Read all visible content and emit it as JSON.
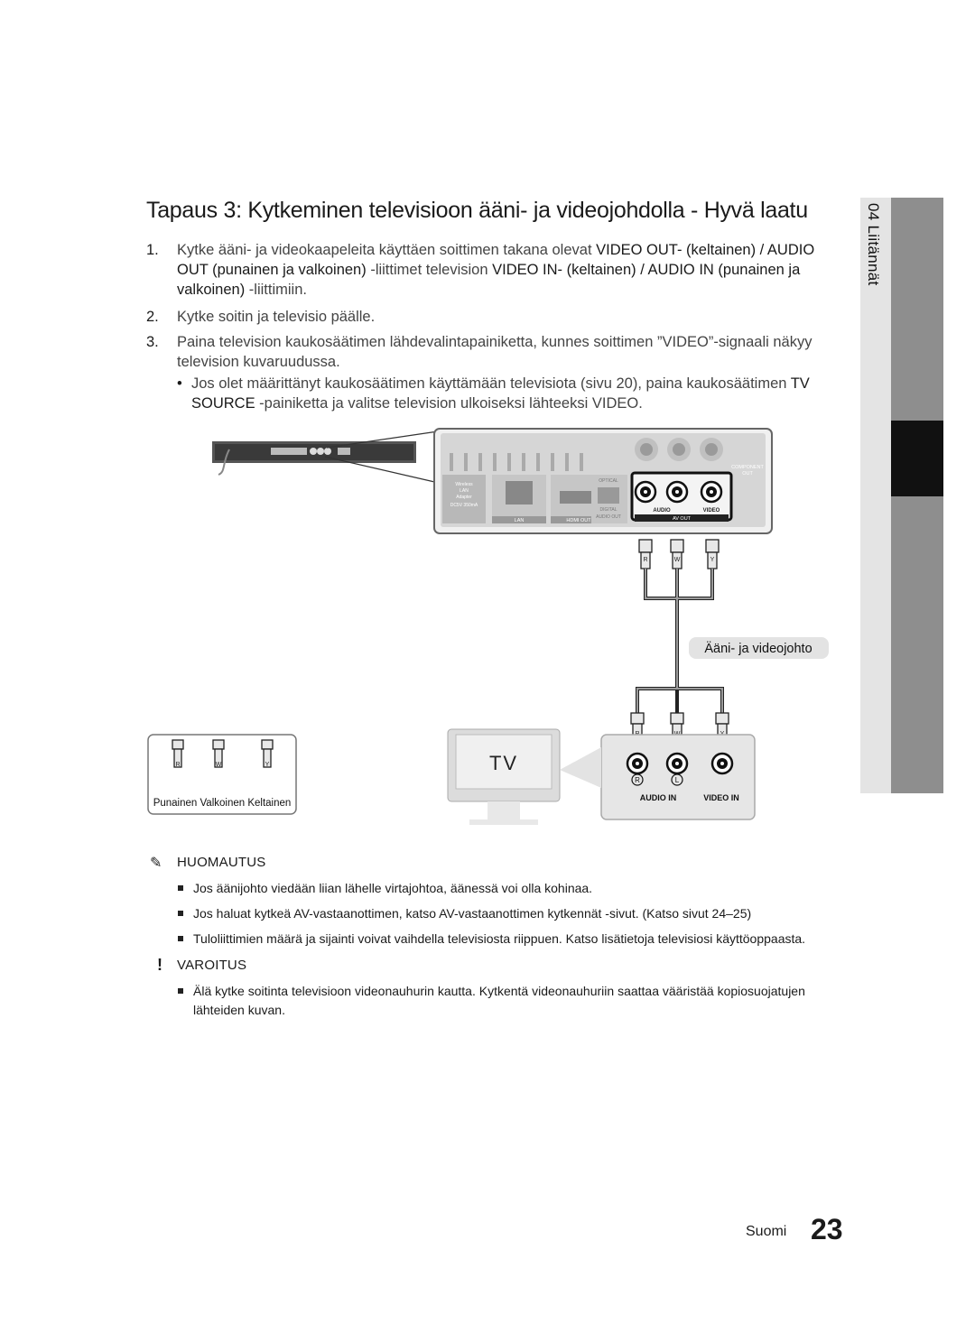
{
  "title": "Tapaus 3: Kytkeminen televisioon ääni- ja videojohdolla - Hyvä laatu",
  "steps": [
    {
      "num": "1.",
      "line1_a": "Kytke ääni- ja videokaapeleita käyttäen soittimen takana olevat ",
      "line1_b": "VIDEO OUT- (keltainen) / AUDIO",
      "line2_a": "OUT (punainen ja valkoinen)",
      "line2_b": " -liittimet television ",
      "line2_c": "VIDEO IN- (keltainen) / AUDIO IN (punainen ja",
      "line3_a": "valkoinen)",
      "line3_b": " -liittimiin."
    },
    {
      "num": "2.",
      "text": "Kytke soitin ja televisio päälle."
    },
    {
      "num": "3.",
      "text": "Paina television kaukosäätimen lähdevalintapainiketta, kunnes soittimen ”VIDEO”-signaali näkyy television kuvaruudussa."
    }
  ],
  "bullet": {
    "a": "Jos olet määrittänyt kaukosäätimen käyttämään televisiota (sivu 20), paina kaukosäätimen ",
    "b": "TV SOURCE",
    "c": " -painiketta ja valitse television ulkoiseksi lähteeksi VIDEO."
  },
  "diagram": {
    "cable_label": "Ääni- ja videojohto",
    "tv_label": "TV",
    "legend": "Punainen Valkoinen Keltainen",
    "plug_r": "R",
    "plug_w": "W",
    "plug_y": "Y",
    "tv_audio_in": "AUDIO IN",
    "tv_video_in": "VIDEO IN",
    "jack_r": "R",
    "jack_l": "L",
    "panel_lan": "LAN",
    "panel_hdmi": "HDMI OUT",
    "panel_digital": "DIGITAL",
    "panel_audio_out": "AUDIO OUT",
    "panel_optical": "OPTICAL",
    "panel_av_out": "AV OUT",
    "panel_audio": "AUDIO",
    "panel_video": "VIDEO",
    "panel_component": "COMPONENT",
    "panel_out": "OUT",
    "panel_wireless": "Wireless",
    "panel_lan2": "LAN",
    "panel_adapter": "Adapter",
    "panel_power": "DC5V 350mA"
  },
  "notes": {
    "heading": "HUOMAUTUS",
    "items": [
      "Jos äänijohto viedään liian lähelle virtajohtoa, äänessä voi olla kohinaa.",
      "Jos haluat kytkeä AV-vastaanottimen, katso AV-vastaanottimen kytkennät -sivut. (Katso sivut 24–25)",
      "Tuloliittimien määrä ja sijainti voivat vaihdella televisiosta riippuen. Katso lisätietoja televisiosi käyttöoppaasta."
    ]
  },
  "warning": {
    "heading": "VAROITUS",
    "items": [
      "Älä kytke soitinta televisioon videonauhurin kautta. Kytkentä videonauhuriin saattaa vääristää kopiosuojatujen lähteiden kuvan."
    ]
  },
  "sidebar": {
    "chapter": "04  Liitännät"
  },
  "footer": {
    "language": "Suomi",
    "page": "23"
  },
  "colors": {
    "sidebar_dark": "#8e8e8e",
    "sidebar_light": "#e4e4e4",
    "sidebar_marker": "#111111"
  }
}
